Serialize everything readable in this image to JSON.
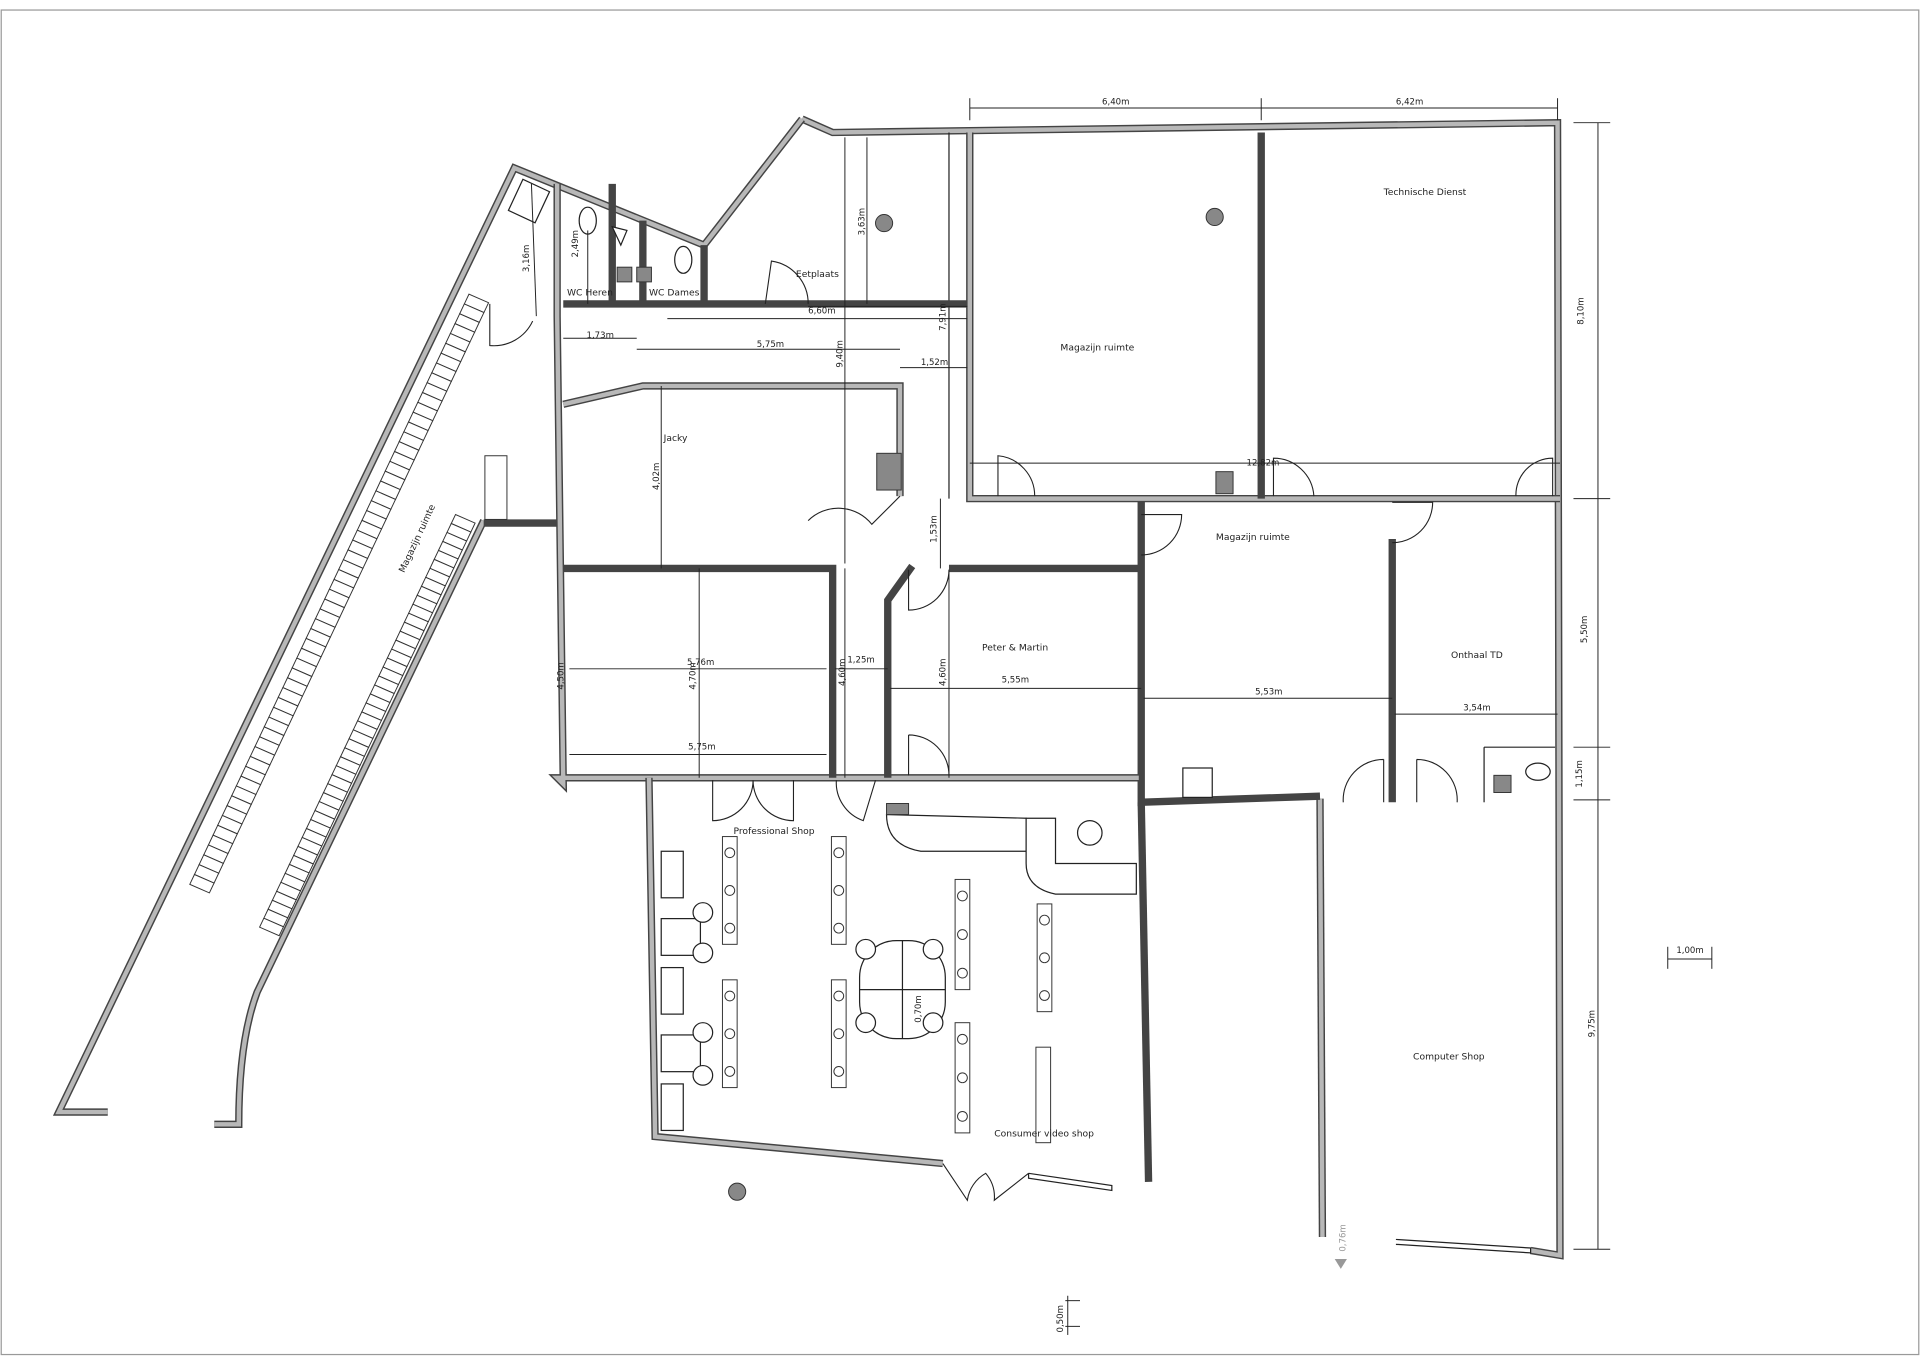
{
  "rooms": {
    "wc_heren": "WC Heren",
    "wc_dames": "WC Dames",
    "eetplaats": "Eetplaats",
    "technische_dienst": "Technische Dienst",
    "magazijn_top": "Magazijn ruimte",
    "magazijn_mid": "Magazijn ruimte",
    "magazijn_left": "Magazijn ruimte",
    "jacky": "Jacky",
    "peter_martin": "Peter & Martin",
    "onthaal_td": "Onthaal TD",
    "professional_shop": "Professional Shop",
    "consumer_shop": "Consumer video shop",
    "computer_shop": "Computer Shop"
  },
  "dimensions": {
    "top_left": "6,40m",
    "top_right": "6,42m",
    "right_upper": "8,10m",
    "right_mid": "5,50m",
    "right_small": "1,15m",
    "right_lower": "9,75m",
    "eet_height": "3,63m",
    "wc_corridor": "3,16m",
    "wc_height": "2,49m",
    "eet_width": "6,60m",
    "eet_total": "7,91m",
    "wc_width": "1,73m",
    "jacky_top": "5,75m",
    "corridor_long": "9,40m",
    "corridor_gap": "1,52m",
    "jacky_height": "4,02m",
    "gap_153": "1,53m",
    "magazijn_width": "12,82m",
    "room_width_576": "5,76m",
    "room_height_470": "4,70m",
    "room_height_450": "4,50m",
    "room_width_575": "5,75m",
    "corridor_height": "4,60m",
    "corridor_width": "1,25m",
    "peter_height": "4,60m",
    "peter_width": "5,55m",
    "magazijn_mid_width": "5,53m",
    "onthaal_width": "3,54m",
    "table_size": "0,70m",
    "scale_1m": "1,00m",
    "scale_05m": "0,50m",
    "door_076": "0,76m"
  },
  "colors": {
    "wall_outline": "#444444",
    "wall_fill": "#b8b8b8"
  },
  "icons": [
    "toilet-icon",
    "urinal-icon",
    "sink-icon",
    "door-swing-icon",
    "rack-shelving-icon",
    "chair-icon",
    "column-icon",
    "north-arrow-icon"
  ]
}
